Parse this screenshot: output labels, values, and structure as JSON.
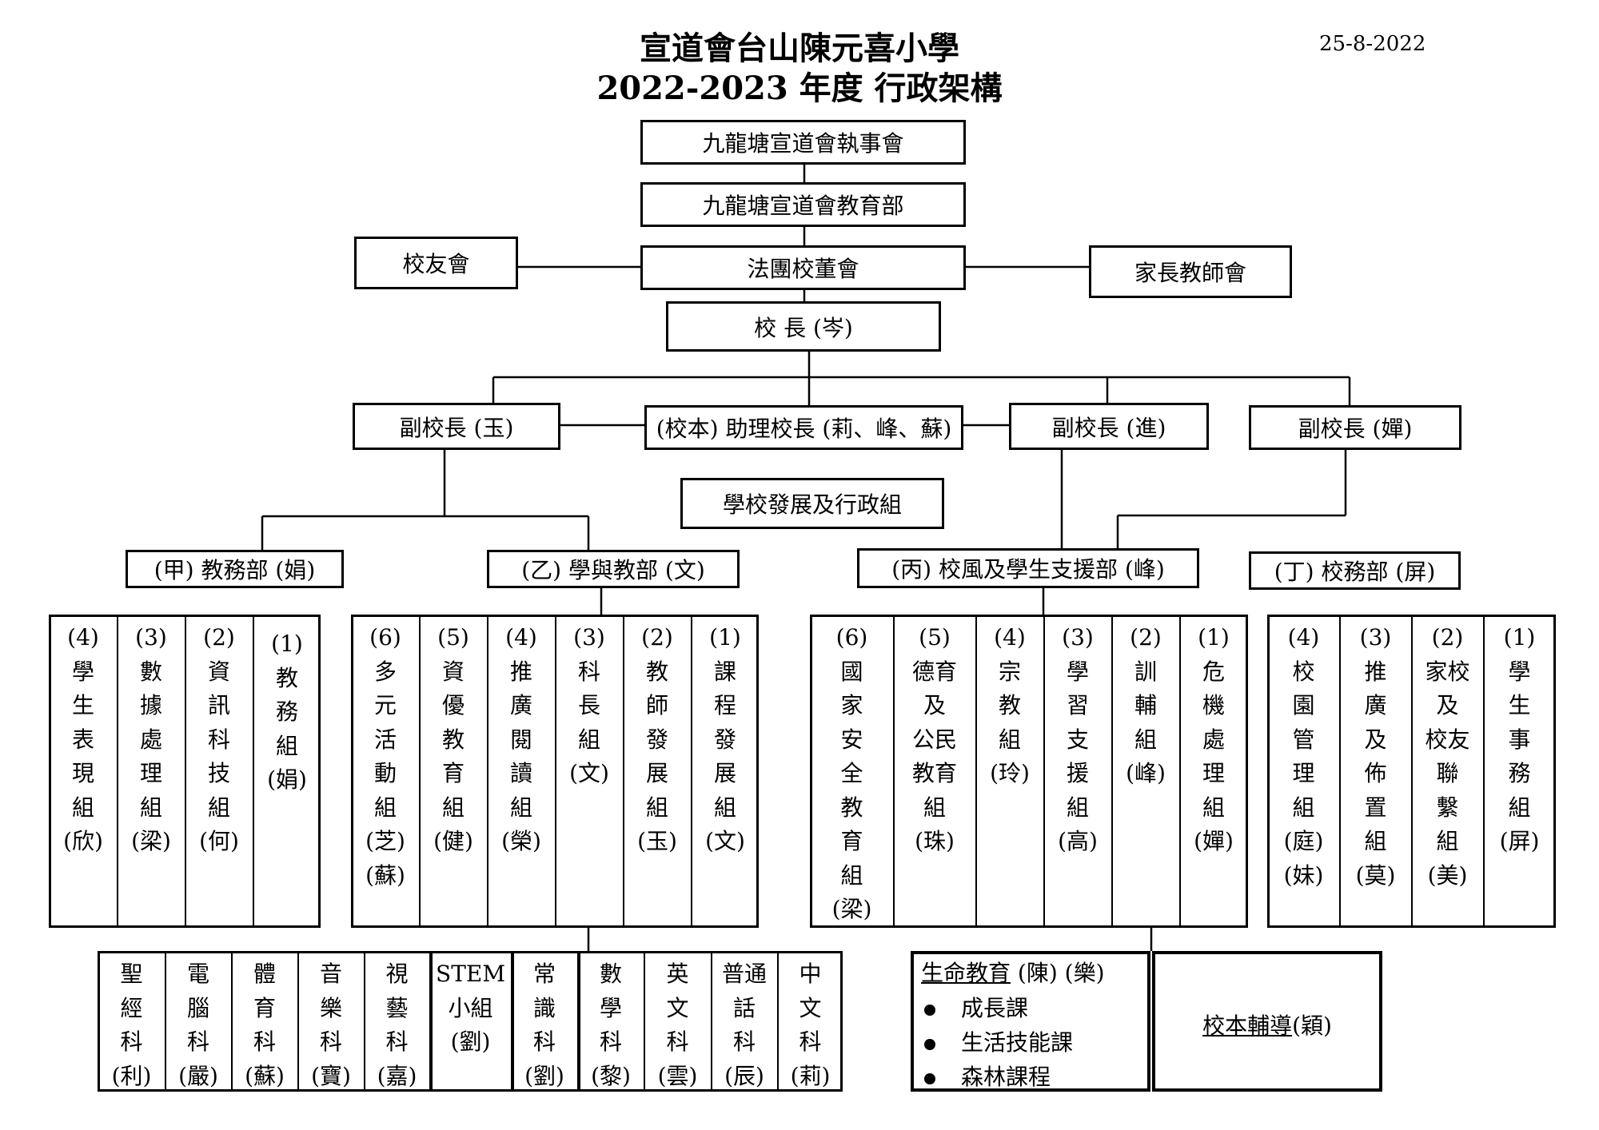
{
  "header": {
    "title_line1": "宣道會台山陳元喜小學",
    "title_line2": "2022-2023 年度 行政架構",
    "date": "25-8-2022"
  },
  "top": {
    "board": "九龍塘宣道會執事會",
    "edu_dept": "九龍塘宣道會教育部",
    "alumni": "校友會",
    "imc": "法團校董會",
    "pta": "家長教師會",
    "principal": "校 長 (岑)"
  },
  "deputies": {
    "vp1": "副校長 (玉)",
    "ap": "(校本) 助理校長 (莉、峰、蘇)",
    "vp2": "副校長 (進)",
    "vp3": "副校長 (嬋)",
    "dev_group": "學校發展及行政組"
  },
  "departments": {
    "a": "(甲) 教務部 (娟)",
    "b": "(乙) 學與教部 (文)",
    "c": "(丙) 校風及學生支援部 (峰)",
    "d": "(丁) 校務部 (屏)"
  },
  "groups_a": [
    [
      "(4)",
      "學",
      "生",
      "表",
      "現",
      "組",
      "(欣)"
    ],
    [
      "(3)",
      "數",
      "據",
      "處",
      "理",
      "組",
      "(梁)"
    ],
    [
      "(2)",
      "資",
      "訊",
      "科",
      "技",
      "組",
      "(何)"
    ],
    [
      "(1)",
      "教",
      "務",
      "組",
      "(娟)"
    ]
  ],
  "groups_b": [
    [
      "(6)",
      "多",
      "元",
      "活",
      "動",
      "組",
      "(芝)",
      "(蘇)"
    ],
    [
      "(5)",
      "資",
      "優",
      "教",
      "育",
      "組",
      "(健)"
    ],
    [
      "(4)",
      "推",
      "廣",
      "閱",
      "讀",
      "組",
      "(榮)"
    ],
    [
      "(3)",
      "科",
      "長",
      "組",
      "(文)"
    ],
    [
      "(2)",
      "教",
      "師",
      "發",
      "展",
      "組",
      "(玉)"
    ],
    [
      "(1)",
      "課",
      "程",
      "發",
      "展",
      "組",
      "(文)"
    ]
  ],
  "groups_c": [
    [
      "(6)",
      "國",
      "家",
      "安",
      "全",
      "教",
      "育",
      "組",
      "(梁)"
    ],
    [
      "(5)",
      "德育",
      "及",
      "公民",
      "教育",
      "組",
      "(珠)"
    ],
    [
      "(4)",
      "宗",
      "教",
      "組",
      "(玲)"
    ],
    [
      "(3)",
      "學",
      "習",
      "支",
      "援",
      "組",
      "(高)"
    ],
    [
      "(2)",
      "訓",
      "輔",
      "組",
      "(峰)"
    ],
    [
      "(1)",
      "危",
      "機",
      "處",
      "理",
      "組",
      "(嬋)"
    ]
  ],
  "groups_d": [
    [
      "(4)",
      "校",
      "園",
      "管",
      "理",
      "組",
      "(庭)",
      "(妹)"
    ],
    [
      "(3)",
      "推",
      "廣",
      "及",
      "佈",
      "置",
      "組",
      "(莫)"
    ],
    [
      "(2)",
      "家校",
      "及",
      "校友",
      "聯",
      "繫",
      "組",
      "(美)"
    ],
    [
      "(1)",
      "學",
      "生",
      "事",
      "務",
      "組",
      "(屏)"
    ]
  ],
  "subjects": [
    [
      "聖",
      "經",
      "科",
      "(利)"
    ],
    [
      "電",
      "腦",
      "科",
      "(嚴)"
    ],
    [
      "體",
      "育",
      "科",
      "(蘇)"
    ],
    [
      "音",
      "樂",
      "科",
      "(寶)"
    ],
    [
      "視",
      "藝",
      "科",
      "(嘉)"
    ],
    [
      "STEM",
      "小組",
      "(劉)"
    ],
    [
      "常",
      "識",
      "科",
      "(劉)"
    ],
    [
      "數",
      "學",
      "科",
      "(黎)"
    ],
    [
      "英",
      "文",
      "科",
      "(雲)"
    ],
    [
      "普通",
      "話",
      "科",
      "(辰)"
    ],
    [
      "中",
      "文",
      "科",
      "(莉)"
    ]
  ],
  "life_edu": {
    "title": "生命教育",
    "suffix": " (陳) (樂)",
    "items": [
      "成長課",
      "生活技能課",
      "森林課程"
    ]
  },
  "counselling": {
    "title": "校本輔導",
    "suffix": "(穎)"
  }
}
